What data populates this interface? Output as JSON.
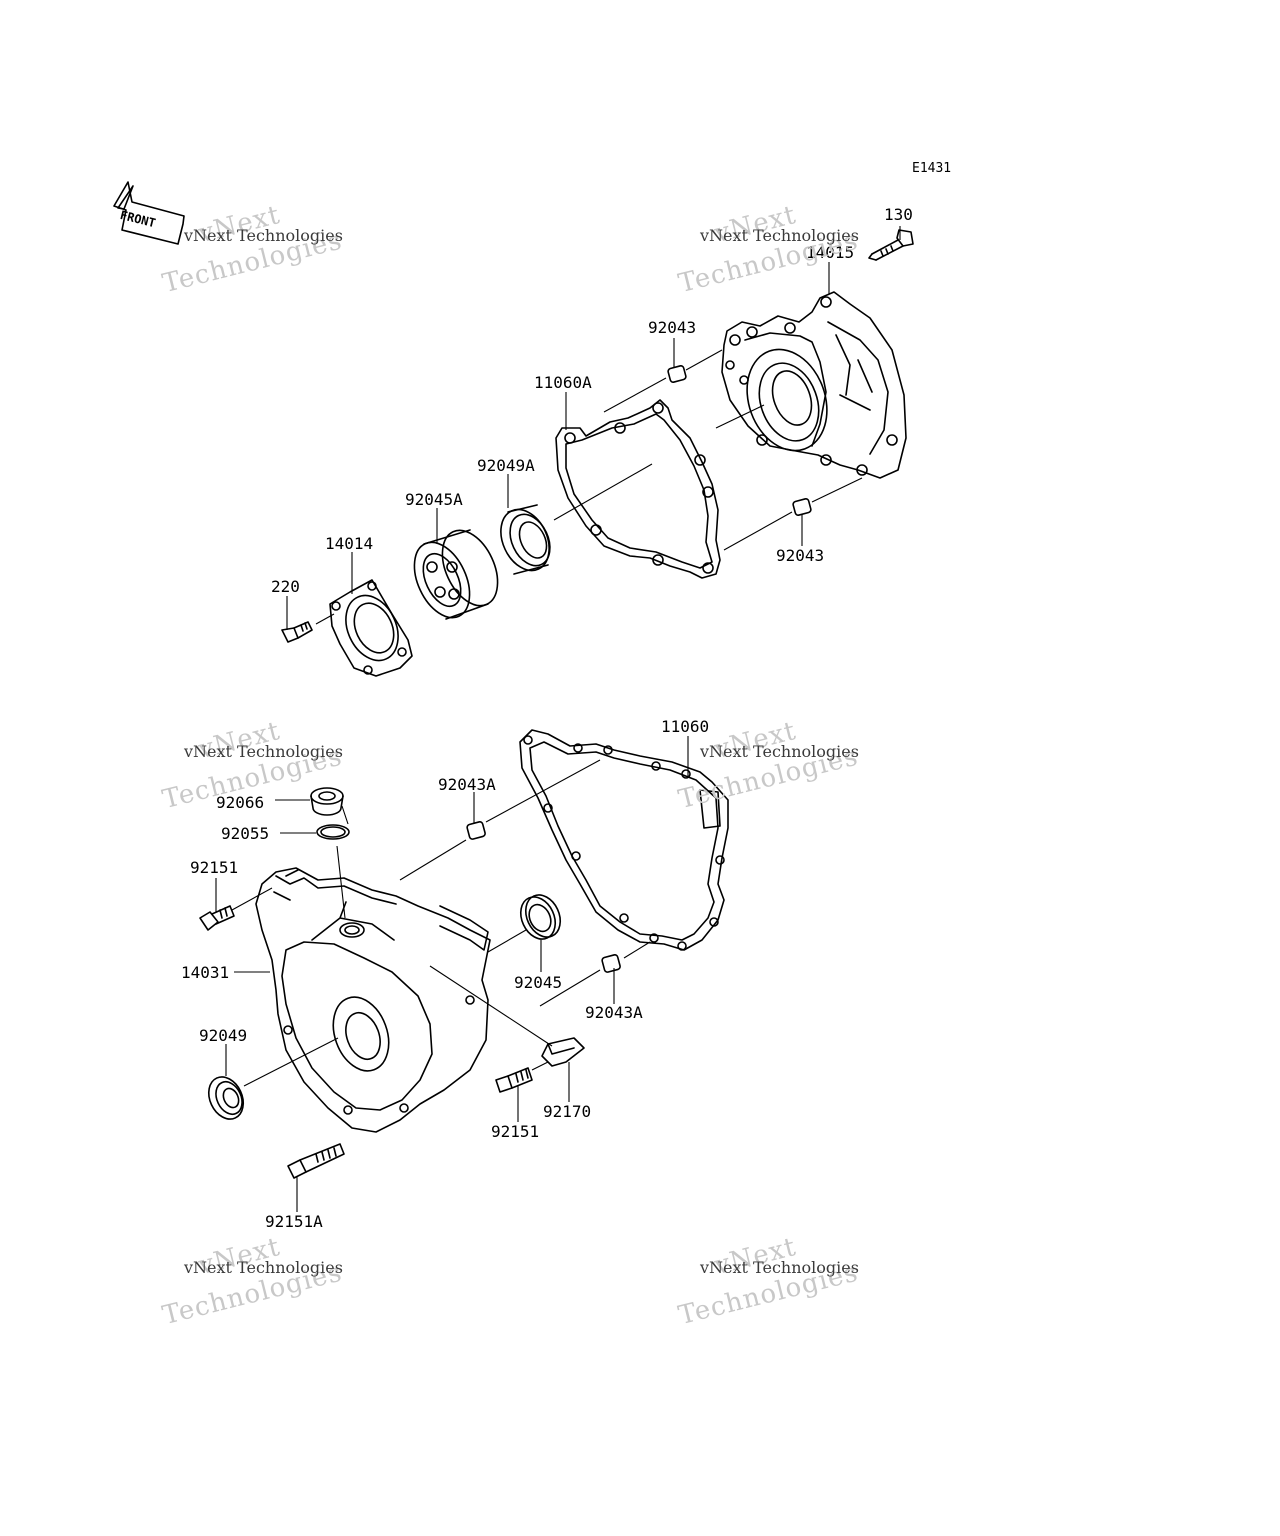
{
  "diagram_code": "E1431",
  "front_label": "FRONT",
  "watermark": {
    "line1": "vNext",
    "line2": "Technologies",
    "small": "vNext Technologies"
  },
  "parts": {
    "p130": "130",
    "p14015": "14015",
    "p92043_top": "92043",
    "p11060A": "11060A",
    "p92049A": "92049A",
    "p92045A": "92045A",
    "p14014": "14014",
    "p220": "220",
    "p92043_mid": "92043",
    "p11060": "11060",
    "p92043A_top": "92043A",
    "p92066": "92066",
    "p92055": "92055",
    "p92151_top": "92151",
    "p14031": "14031",
    "p92045": "92045",
    "p92043A_bot": "92043A",
    "p92049": "92049",
    "p92170": "92170",
    "p92151_bot": "92151",
    "p92151A": "92151A"
  }
}
